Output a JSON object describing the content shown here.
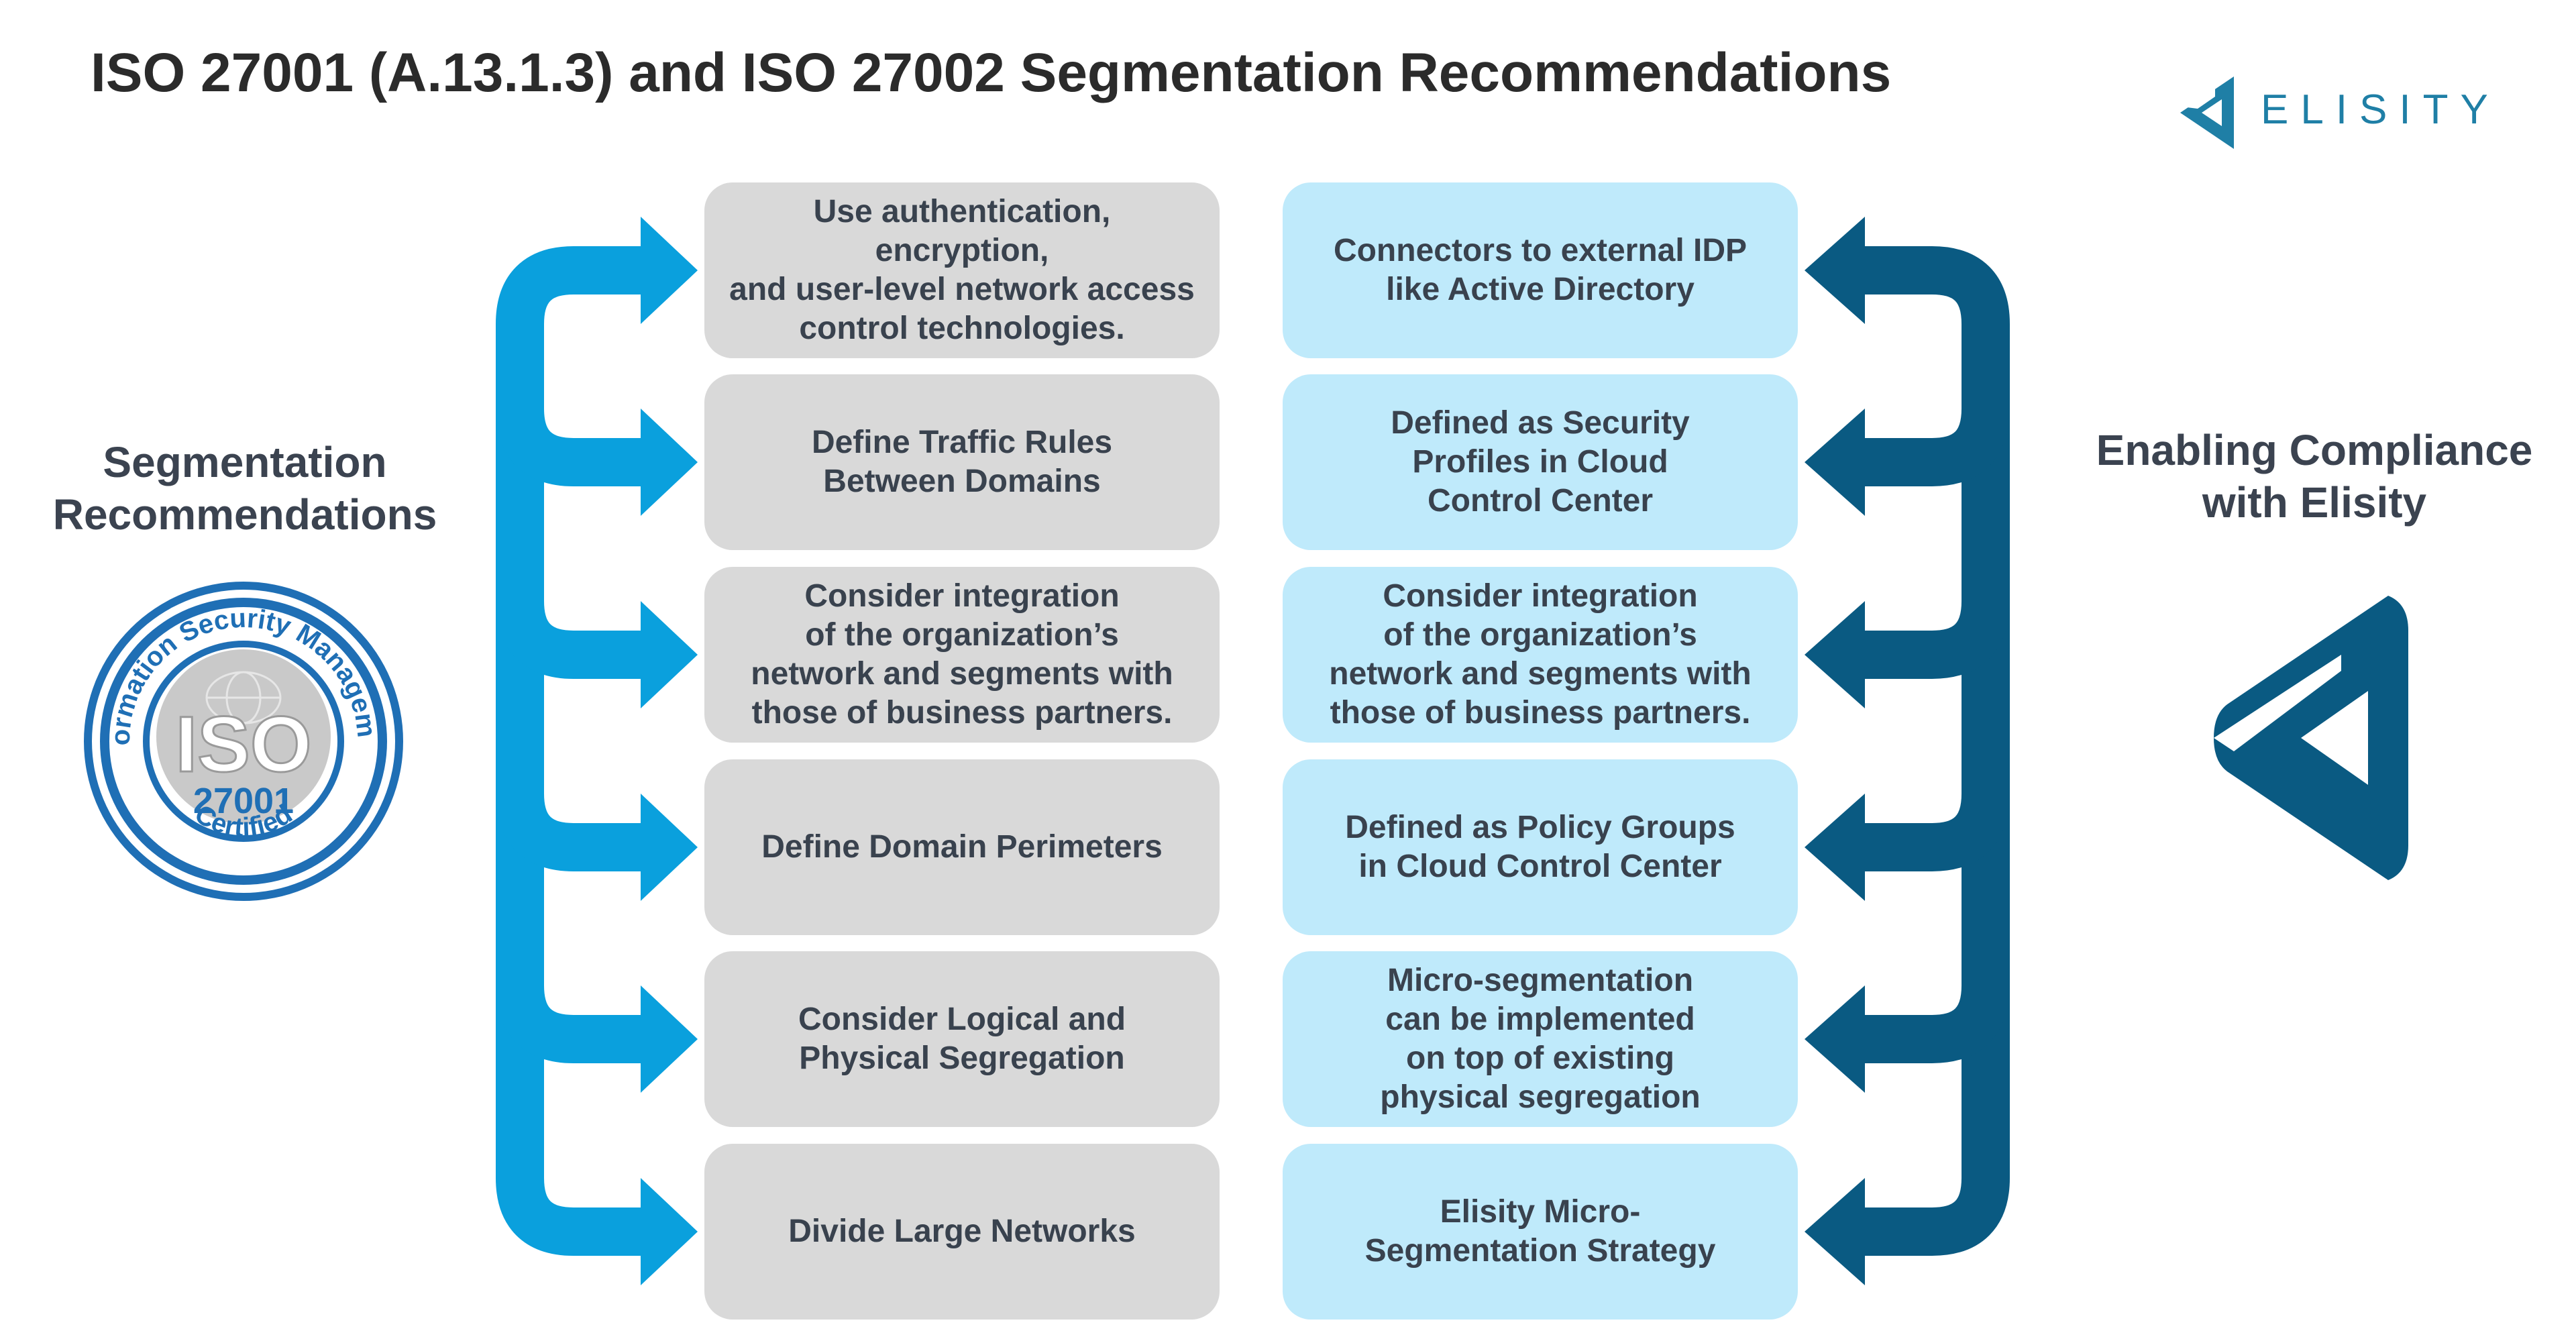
{
  "title": "ISO 27001 (A.13.1.3) and ISO 27002 Segmentation Recommendations",
  "left_heading": "Segmentation\nRecommendations",
  "right_heading": "Enabling Compliance\nwith Elisity",
  "brand": {
    "name": "ELISITY",
    "color": "#1f7fa6"
  },
  "badge": {
    "ring_text": "Information Security Management",
    "iso": "ISO",
    "number": "27001",
    "certified": "Certified",
    "color": "#1f6fb5"
  },
  "colors": {
    "left_arrow": "#0aa0dd",
    "right_arrow": "#0a5a82",
    "grey_box": "#d9d9d9",
    "blue_box": "#bfeafb"
  },
  "recommendations": [
    "Use authentication,\nencryption,\nand user-level network access\ncontrol technologies.",
    "Define Traffic Rules\nBetween Domains",
    "Consider integration\nof the organization’s\nnetwork and segments with\nthose of business partners.",
    "Define Domain Perimeters",
    "Consider Logical and\nPhysical Segregation",
    "Divide Large Networks"
  ],
  "elisity_capabilities": [
    "Connectors to external IDP\nlike Active Directory",
    "Defined as Security\nProfiles in Cloud\nControl Center",
    "Consider integration\nof the organization’s\nnetwork and segments with\nthose of business partners.",
    "Defined as Policy Groups\nin Cloud Control Center",
    "Micro-segmentation\ncan be implemented\non top of existing\nphysical segregation",
    "Elisity Micro-\nSegmentation Strategy"
  ]
}
